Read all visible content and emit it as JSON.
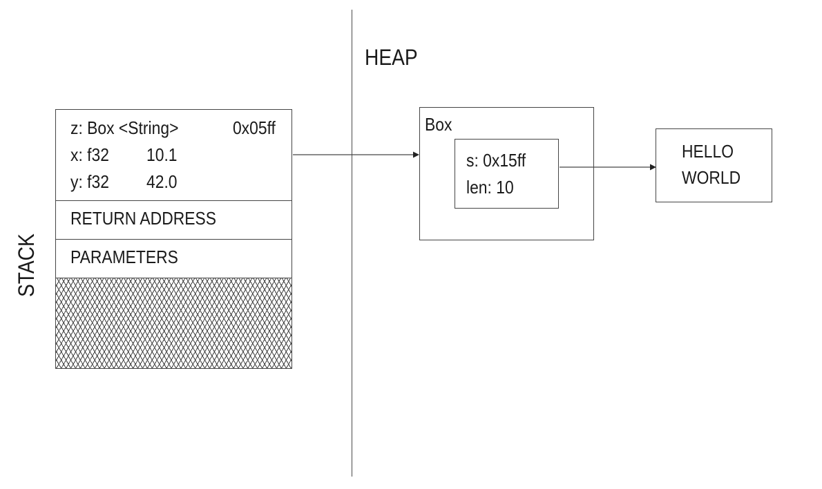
{
  "heap": {
    "label": "HEAP"
  },
  "stack": {
    "label": "STACK",
    "vars": [
      {
        "name": "z: Box <String>",
        "value": "0x05ff"
      },
      {
        "name": "x: f32",
        "value": "10.1"
      },
      {
        "name": "y: f32",
        "value": "42.0"
      }
    ],
    "return_address": "RETURN ADDRESS",
    "parameters": "PARAMETERS"
  },
  "box": {
    "title": "Box",
    "fields": [
      "s: 0x15ff",
      "len: 10"
    ]
  },
  "string_data": {
    "lines": [
      "HELLO",
      "WORLD"
    ]
  },
  "colors": {
    "line": "#444444",
    "text": "#1a1a1a",
    "background": "#ffffff"
  }
}
